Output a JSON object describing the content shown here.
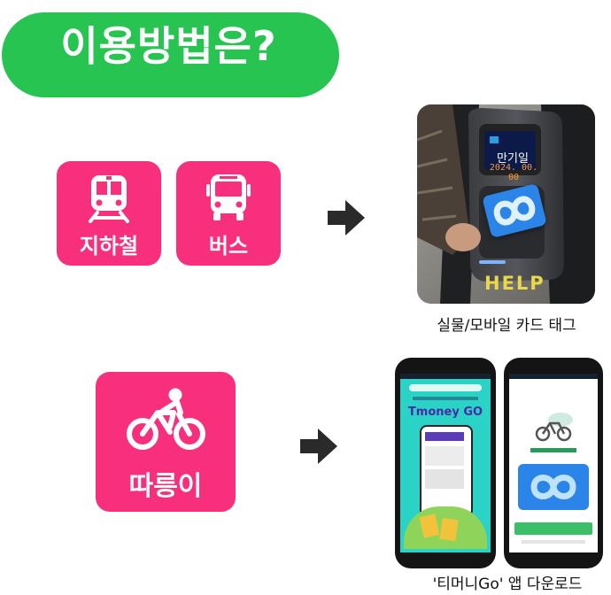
{
  "heading": {
    "text": "이용방법은?"
  },
  "tiles": {
    "subway": {
      "label": "지하철",
      "icon": "subway-icon"
    },
    "bus": {
      "label": "버스",
      "icon": "bus-icon"
    },
    "bike": {
      "label": "따릉이",
      "icon": "bicycle-icon"
    }
  },
  "reader_photo": {
    "screen_title": "만기일",
    "screen_date": "2024. 00. 00",
    "help_text": "HELP",
    "caption": "실물/모바일 카드 태그"
  },
  "app_phones": {
    "left_brand": "Tmoney GO",
    "caption": "'티머니Go' 앱 다운로드"
  },
  "colors": {
    "bubble_green": "#28c451",
    "tile_pink": "#f72f7c",
    "card_blue": "#2b84e8"
  }
}
